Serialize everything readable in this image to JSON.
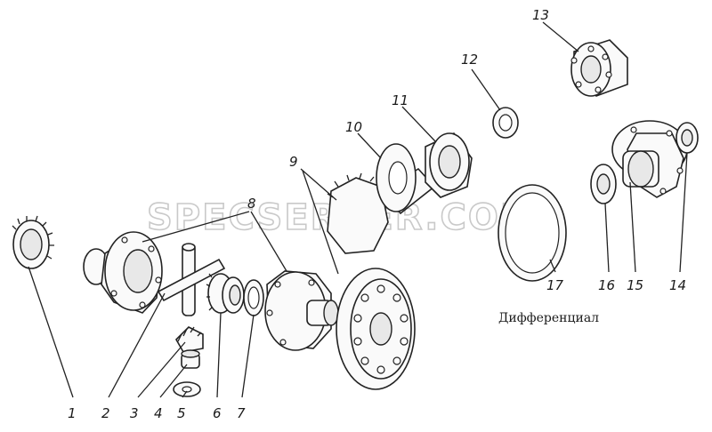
{
  "caption": "Дифференциал",
  "watermark": "SPECSERVER.COM",
  "callouts": [
    {
      "id": "1",
      "label": "1"
    },
    {
      "id": "2",
      "label": "2"
    },
    {
      "id": "3",
      "label": "3"
    },
    {
      "id": "4",
      "label": "4"
    },
    {
      "id": "5",
      "label": "5"
    },
    {
      "id": "6",
      "label": "6"
    },
    {
      "id": "7",
      "label": "7"
    },
    {
      "id": "8",
      "label": "8"
    },
    {
      "id": "9",
      "label": "9"
    },
    {
      "id": "10",
      "label": "10"
    },
    {
      "id": "11",
      "label": "11"
    },
    {
      "id": "12",
      "label": "12"
    },
    {
      "id": "13",
      "label": "13"
    },
    {
      "id": "14",
      "label": "14"
    },
    {
      "id": "15",
      "label": "15"
    },
    {
      "id": "16",
      "label": "16"
    },
    {
      "id": "17",
      "label": "17"
    }
  ]
}
